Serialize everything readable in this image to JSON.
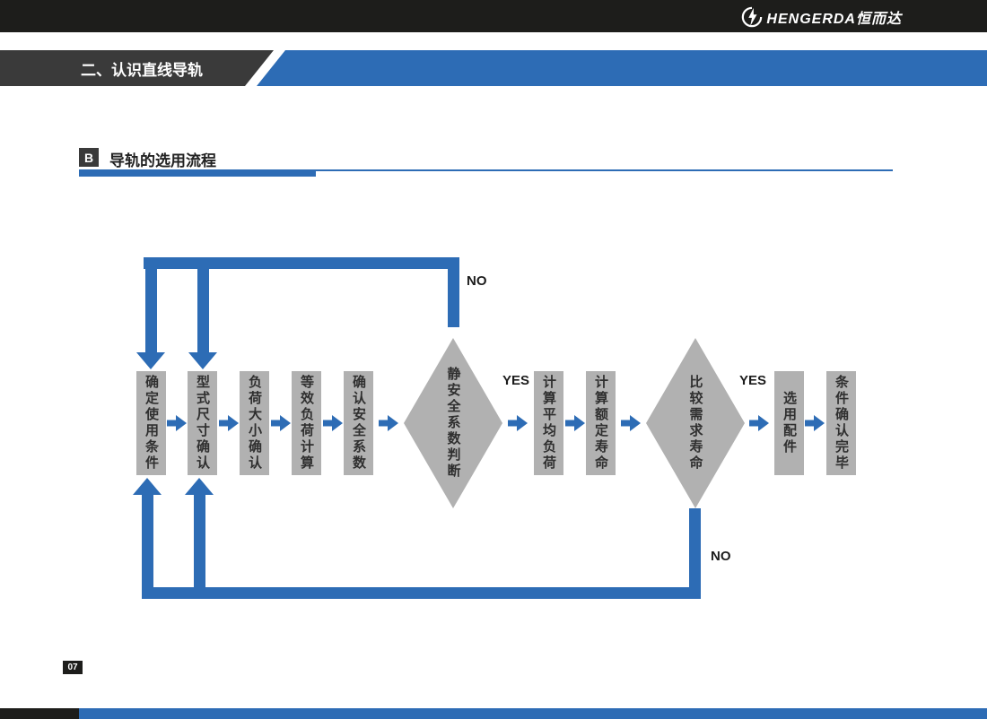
{
  "header": {
    "section_title": "二、认识直线导轨",
    "logo_text": "HENGERDA恒而达"
  },
  "section": {
    "badge": "B",
    "title": "导轨的选用流程"
  },
  "flow": {
    "boxes": [
      {
        "label": "确定使用条件"
      },
      {
        "label": "型式尺寸确认"
      },
      {
        "label": "负荷大小确认"
      },
      {
        "label": "等效负荷计算"
      },
      {
        "label": "确认安全系数"
      },
      {
        "label": "计算平均负荷"
      },
      {
        "label": "计算额定寿命"
      },
      {
        "label": "选用配件"
      },
      {
        "label": "条件确认完毕"
      }
    ],
    "diamonds": [
      {
        "label": "静安全系数判断"
      },
      {
        "label": "比较需求寿命"
      }
    ],
    "labels": {
      "yes1": "YES",
      "yes2": "YES",
      "no_top": "NO",
      "no_bottom": "NO"
    }
  },
  "icons": {
    "connector": "right-arrow-icon",
    "logo_mark": "hengerda-emblem-icon"
  },
  "colors": {
    "accent_blue": "#2d6cb5",
    "node_gray": "#b1b1b1",
    "bar_dark": "#1d1d1b",
    "header_dark": "#3a3a3a"
  },
  "footer": {
    "page_number": "07"
  }
}
